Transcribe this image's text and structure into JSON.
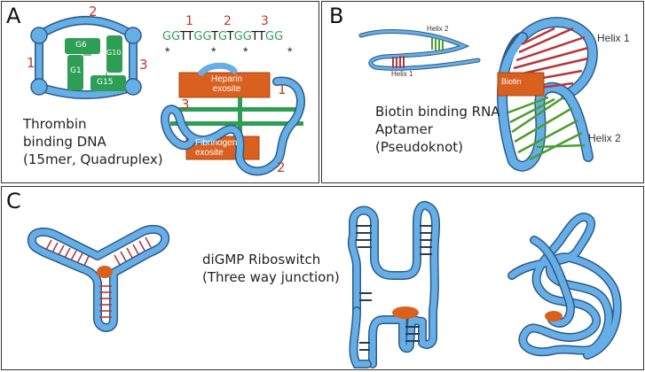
{
  "colors": {
    "backbone": "#66aee6",
    "backbone_edge": "#2e5a88",
    "gquartet": "#2e9e55",
    "orange": "#d9601e",
    "red_number": "#c0392b",
    "red_pair": "#b7353a",
    "green_pair": "#4a9e2c",
    "dark_pair": "#2f3a4c"
  },
  "panel_a": {
    "label": "A",
    "caption": [
      "Thrombin",
      "binding DNA",
      "(15mer, Quadruplex)"
    ],
    "loop_numbers": [
      "2",
      "1",
      "3"
    ],
    "g_labels": [
      "G6",
      "G10",
      "G1",
      "G15"
    ],
    "sequence": {
      "numbers": [
        "1",
        "2",
        "3"
      ],
      "letters": [
        "G",
        "G",
        "T",
        "T",
        "G",
        "G",
        "T",
        "G",
        "T",
        "G",
        "G",
        "T",
        "T",
        "G",
        "G"
      ],
      "letter_colors": [
        "g",
        "g",
        "k",
        "k",
        "g",
        "g",
        "k",
        "g",
        "k",
        "g",
        "g",
        "k",
        "k",
        "g",
        "g"
      ],
      "stars": [
        "*",
        "*",
        "*",
        "*"
      ]
    },
    "heparin_label": [
      "Heparin",
      "exosite"
    ],
    "fibrinogen_label": [
      "Fibrinogen",
      "exosite"
    ],
    "struct_numbers": [
      "1",
      "3",
      "2"
    ]
  },
  "panel_b": {
    "label": "B",
    "caption": [
      "Biotin binding RNA",
      "Aptamer",
      "(Pseudoknot)"
    ],
    "small_helix2": "Helix 2",
    "small_helix1": "Helix 1",
    "biotin": "Biotin",
    "helix1": "Helix 1",
    "helix2": "Helix 2"
  },
  "panel_c": {
    "label": "C",
    "caption": [
      "diGMP Riboswitch",
      "(Three way junction)"
    ]
  }
}
